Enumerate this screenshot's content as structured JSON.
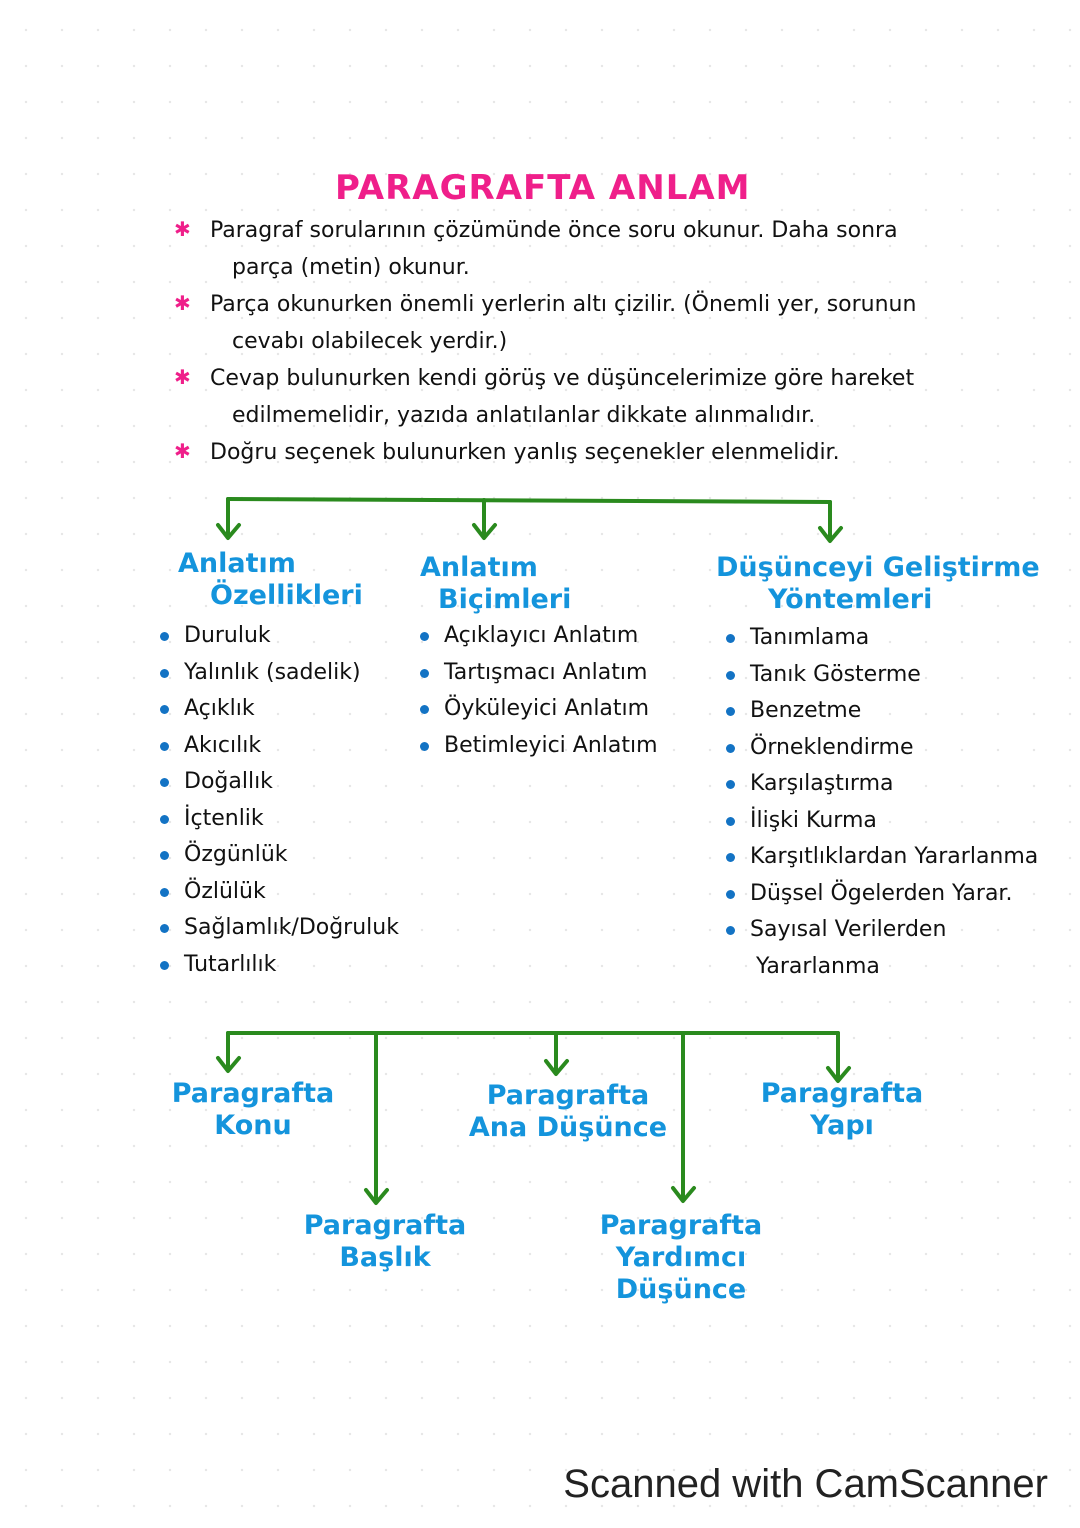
{
  "title": "PARAGRAFTA ANLAM",
  "intro": {
    "bullet_icon": "asterisk-icon",
    "bullet_color": "#ef1f8a",
    "items": [
      {
        "line1": "Paragraf sorularının çözümünde önce soru okunur. Daha sonra",
        "line2": "parça (metin) okunur."
      },
      {
        "line1": "Parça okunurken önemli yerlerin altı çizilir. (Önemli yer, sorunun",
        "line2": "cevabı olabilecek yerdir.)"
      },
      {
        "line1": "Cevap bulunurken kendi görüş ve düşüncelerimize göre hareket",
        "line2": "edilmemelidir, yazıda anlatılanlar dikkate alınmalıdır."
      },
      {
        "line1": "Doğru seçenek bulunurken yanlış seçenekler elenmelidir.",
        "line2": ""
      }
    ]
  },
  "colors": {
    "title": "#ef1f8a",
    "heading": "#1494dc",
    "arrow": "#2a8a1e",
    "bullet": "#1373c4"
  },
  "columns": [
    {
      "heading_line1": "Anlatım",
      "heading_line2": "Özellikleri",
      "items": [
        "Duruluk",
        "Yalınlık (sadelik)",
        "Açıklık",
        "Akıcılık",
        "Doğallık",
        "İçtenlik",
        "Özgünlük",
        "Özlülük",
        "Sağlamlık/Doğruluk",
        "Tutarlılık"
      ]
    },
    {
      "heading_line1": "Anlatım",
      "heading_line2": "Biçimleri",
      "items": [
        "Açıklayıcı Anlatım",
        "Tartışmacı Anlatım",
        "Öyküleyici Anlatım",
        "Betimleyici Anlatım"
      ]
    },
    {
      "heading_line1": "Düşünceyi Geliştirme",
      "heading_line2": "Yöntemleri",
      "items": [
        "Tanımlama",
        "Tanık Gösterme",
        "Benzetme",
        "Örneklendirme",
        "Karşılaştırma",
        "İlişki Kurma",
        "Karşıtlıklardan Yararlanma",
        "Düşsel Ögelerden Yarar.",
        "Sayısal Verilerden"
      ],
      "continuation": "Yararlanma"
    }
  ],
  "bottom_nodes": [
    {
      "line1": "Paragrafta",
      "line2": "Konu",
      "line3": ""
    },
    {
      "line1": "Paragrafta",
      "line2": "Başlık",
      "line3": ""
    },
    {
      "line1": "Paragrafta",
      "line2": "Ana Düşünce",
      "line3": ""
    },
    {
      "line1": "Paragrafta",
      "line2": "Yardımcı",
      "line3": "Düşünce"
    },
    {
      "line1": "Paragrafta",
      "line2": "Yapı",
      "line3": ""
    }
  ],
  "footer": "Scanned with CamScanner"
}
